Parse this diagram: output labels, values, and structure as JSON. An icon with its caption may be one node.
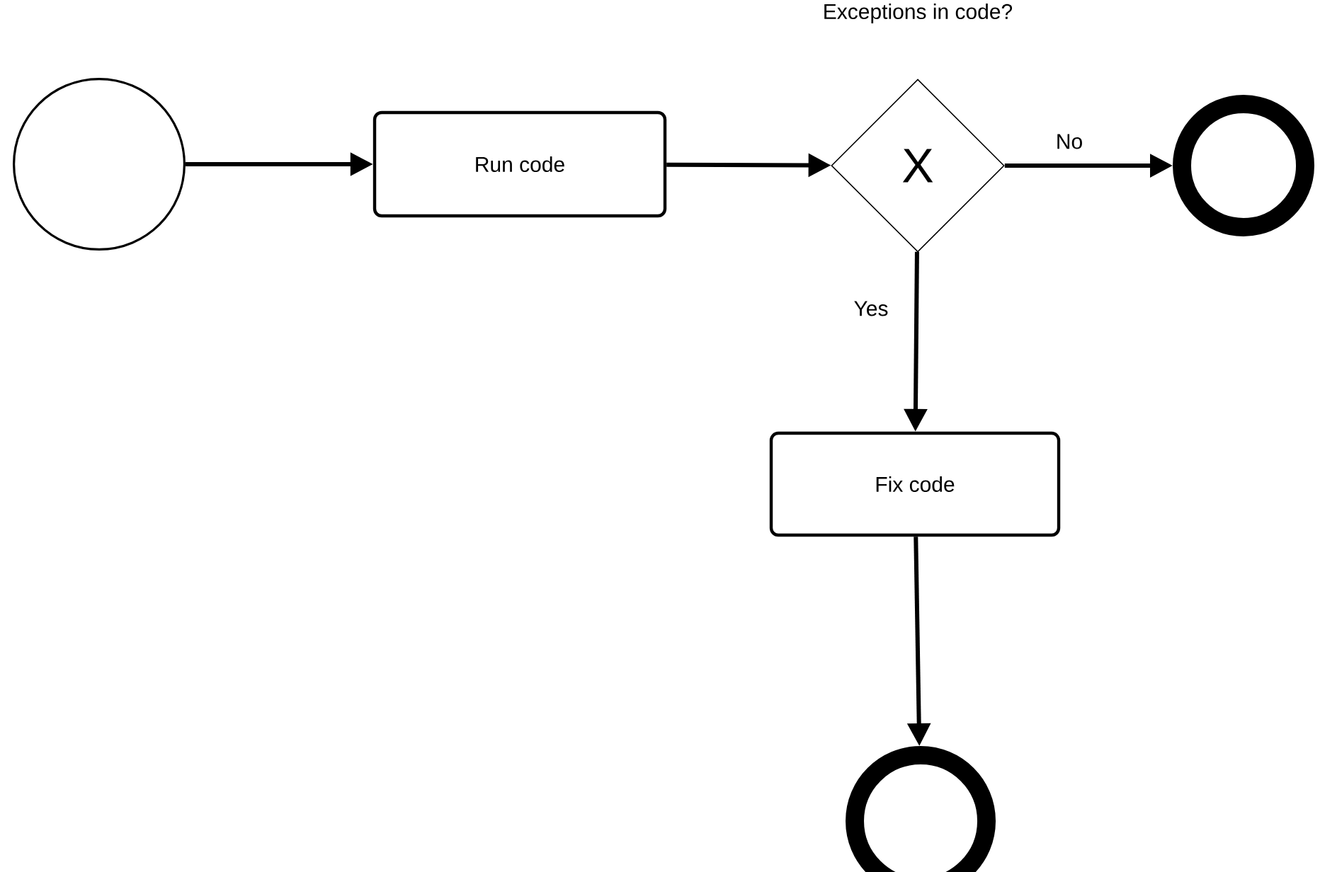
{
  "diagram": {
    "nodes": [
      {
        "text": [],
        "shape": "circle"
      },
      {
        "text": [
          "Run code"
        ]
      },
      {
        "text": [
          "Exceptions in code?",
          "X"
        ]
      },
      {
        "text": [],
        "shape": "circle"
      },
      {
        "text": [
          "Fix code"
        ]
      },
      {
        "text": [],
        "shape": "circle"
      }
    ],
    "edges": [
      {
        "from": 0,
        "to": 1,
        "arrow": "to"
      },
      {
        "from": 1,
        "to": 2,
        "arrow": "to"
      },
      {
        "from": 2,
        "to": 3,
        "arrow": "to",
        "label": "No"
      },
      {
        "from": 2,
        "to": 4,
        "arrow": "to",
        "label": "Yes"
      },
      {
        "from": 4,
        "to": 5,
        "arrow": "to"
      }
    ]
  }
}
